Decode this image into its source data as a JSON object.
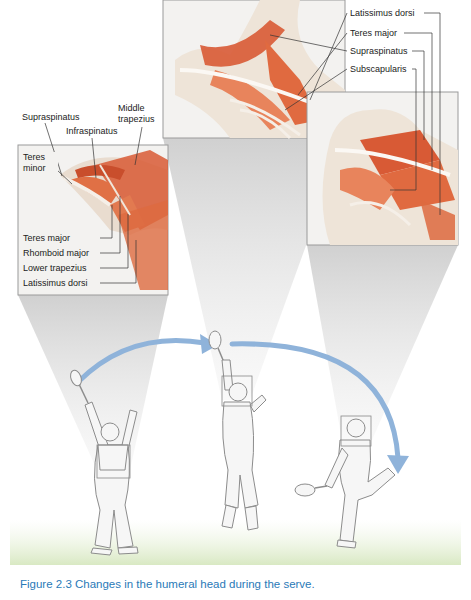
{
  "diagram": {
    "caption": "Figure 2.3 Changes in the humeral head during the serve.",
    "labels": [
      "Supraspinatus",
      "Middle trapezius",
      "Infraspinatus",
      "Teres minor",
      "Teres major",
      "Rhomboid major",
      "Lower trapezius",
      "Latissimus dorsi",
      "Latissimus dorsi",
      "Teres major",
      "Supraspinatus",
      "Subscapularis"
    ]
  }
}
